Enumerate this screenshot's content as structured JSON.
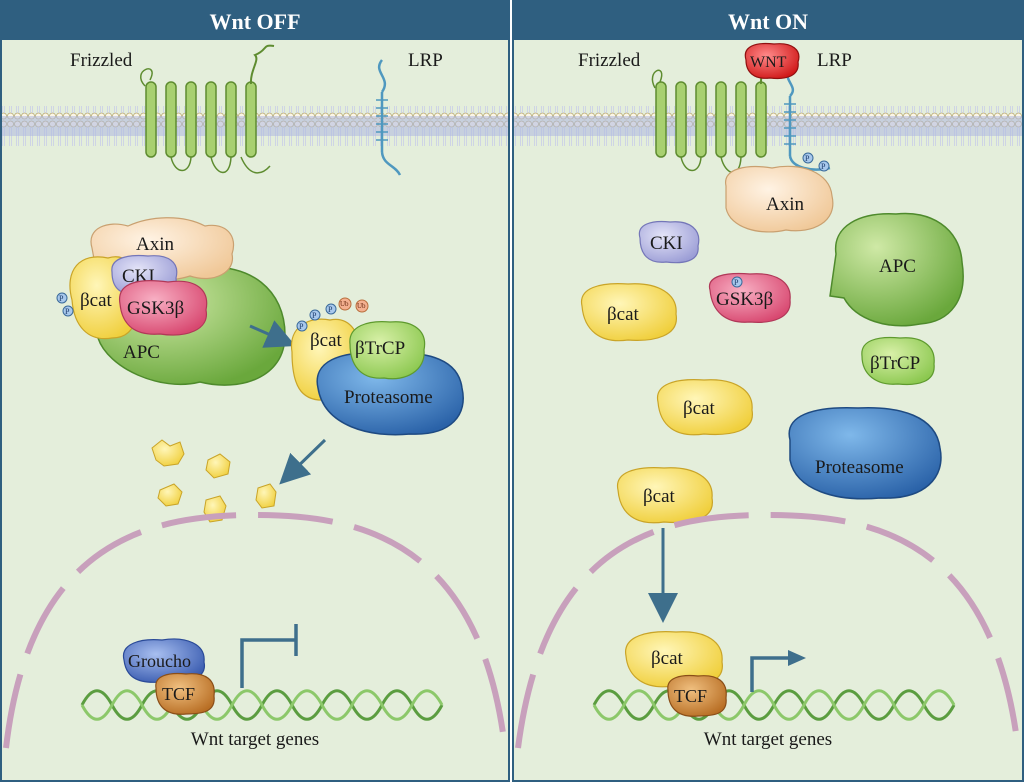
{
  "panels": {
    "off": {
      "title": "Wnt OFF",
      "receptor_frizzled": "Frizzled",
      "receptor_lrp": "LRP",
      "complex": {
        "axin": "Axin",
        "cki": "CKI",
        "bcat": "βcat",
        "gsk": "GSK3β",
        "apc": "APC"
      },
      "degradation": {
        "bcat": "βcat",
        "btrcp": "βTrCP",
        "proteasome": "Proteasome",
        "ub": "Ub"
      },
      "nucleus": {
        "groucho": "Groucho",
        "tcf": "TCF",
        "genes": "Wnt target genes"
      }
    },
    "on": {
      "title": "Wnt ON",
      "receptor_frizzled": "Frizzled",
      "receptor_lrp": "LRP",
      "ligand": "WNT",
      "free": {
        "axin": "Axin",
        "cki": "CKI",
        "apc": "APC",
        "gsk": "GSK3β",
        "bcat": "βcat",
        "btrcp": "βTrCP",
        "proteasome": "Proteasome"
      },
      "nucleus": {
        "bcat": "βcat",
        "tcf": "TCF",
        "genes": "Wnt target genes"
      }
    }
  },
  "phospho_label": "P",
  "colors": {
    "header_bg": "#2f5f80",
    "cell_bg": "#e4eedb",
    "frizzled": "#9cc96a",
    "lrp": "#5fa8c8",
    "axin": "#f8dcc0",
    "cki": "#b7b9e0",
    "bcat": "#f6df6a",
    "gsk": "#e35d80",
    "apc": "#7fb850",
    "btrcp": "#a6d66b",
    "proteasome": "#3a7cc0",
    "wnt": "#e02020",
    "groucho": "#4a6fc0",
    "tcf": "#c88030",
    "nucleus": "#c8a0bc",
    "dna": "#62a348"
  }
}
